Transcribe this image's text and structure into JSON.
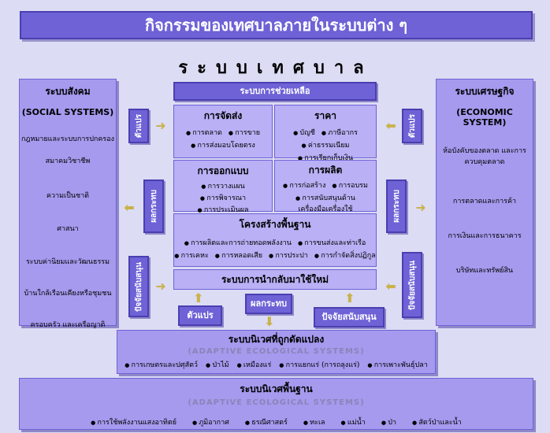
{
  "title": "กิจกรรมของเทศบาลภายในระบบต่าง ๆ",
  "subtitle": "ระบบเทศบาล",
  "left": {
    "head_th": "ระบบสังคม",
    "head_en": "(SOCIAL SYSTEMS)",
    "items": [
      "กฎหมายและระบบการปกครอง",
      "สมาคมวิชาชีพ",
      "ความเป็นชาติ",
      "ศาสนา",
      "ระบบค่านิยมและวัฒนธรรม",
      "บ้านใกล้เรือนเคียงหรือชุมชน",
      "ครอบครัว และเครือญาติ"
    ]
  },
  "right": {
    "head_th": "ระบบเศรษฐกิจ",
    "head_en": "(ECONOMIC SYSTEM)",
    "items": [
      "ห้อบังคับของตลาด และการควบคุมตลาด",
      "การตลาดและการค้า",
      "การเงินและการธนาคาร",
      "บริษัทและทรัพย์สิน"
    ]
  },
  "center": {
    "support": "ระบบการช่วยเหลือ",
    "distribution": {
      "head": "การจัดส่ง",
      "items": [
        "การตลาด",
        "การขาย",
        "การส่งมอบโดยตรง"
      ]
    },
    "price": {
      "head": "ราคา",
      "items": [
        "บัญชี",
        "ภาษีอากร",
        "ค่าธรรมเนียม",
        "การเรียกเก็บเงิน"
      ]
    },
    "design": {
      "head": "การออกแบบ",
      "items": [
        "การวางแผน",
        "การพิจารณา",
        "การประเมินผล"
      ]
    },
    "production": {
      "head": "การผลิต",
      "items": [
        "การก่อสร้าง",
        "การอบรม",
        "การสนับสนุนด้าน",
        "เครื่องมือเครื่องใช้"
      ]
    },
    "infrastructure": {
      "head": "โครงสร้างพื้นฐาน",
      "items": [
        "การผลิตและการถ่ายทอดพลังงาน",
        "การขนส่งและท่าเรือ",
        "การเคหะ",
        "การหลอดเสีย",
        "การประปา",
        "การกำจัดสิ่งปฏิกูล"
      ]
    },
    "recycle": "ระบบการนำกลับมาใช้ใหม่"
  },
  "side_boxes": {
    "variable_left": "ตัวแปร",
    "effect_left": "ผลกระทบ",
    "support_left": "ปัจจัยสนับสนุน",
    "variable_right": "ตัวแปร",
    "effect_right": "ผลกระทบ",
    "support_right": "ปัจจัยสนับสนุน",
    "variable_bottom": "ตัวแปร",
    "effect_bottom": "ผลกระทบ",
    "support_bottom": "ปัจจัยสนับสนุน"
  },
  "adaptive": {
    "head_th": "ระบบนิเวศที่ถูกดัดแปลง",
    "head_en": "(ADAPTIVE ECOLOGICAL SYSTEMS)",
    "items": [
      "การเกษตรและปศุสัตว์",
      "ป่าไม้",
      "เหมืองแร่",
      "การแยกแร่ (การถลุงแร่)",
      "การเพาะพันธุ์ปลา"
    ]
  },
  "basic": {
    "head_th": "ระบบนิเวศพื้นฐาน",
    "head_en": "(ADAPTIVE ECOLOGICAL SYSTEMS)",
    "items": [
      "การใช้พลังงานแสงอาทิตย์",
      "ภูมิอากาศ",
      "ธรณีศาสตร์",
      "ทะเล",
      "แม่น้ำ",
      "ป่า",
      "สัตว์ป่าและน้ำ"
    ]
  }
}
